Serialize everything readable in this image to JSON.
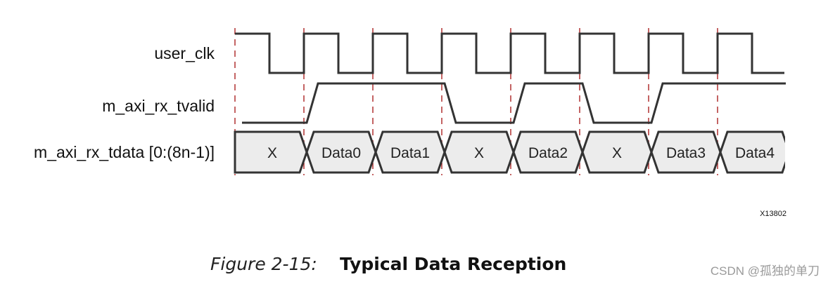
{
  "signals": [
    {
      "id": "clk",
      "label": "user_clk"
    },
    {
      "id": "valid",
      "label": "m_axi_rx_tvalid"
    },
    {
      "id": "data",
      "label": "m_axi_rx_tdata [0:(8n-1)]"
    }
  ],
  "clock": {
    "cycles": 8
  },
  "valid": {
    "per_cycle": [
      0,
      1,
      1,
      0,
      1,
      0,
      1,
      1
    ]
  },
  "bus": {
    "segments": [
      "X",
      "Data0",
      "Data1",
      "X",
      "Data2",
      "X",
      "Data3",
      "Data4"
    ]
  },
  "figure_id": "X13802",
  "caption": {
    "number": "Figure 2-15:",
    "title": "Typical Data Reception"
  },
  "watermark": "CSDN @孤独的单刀",
  "colors": {
    "line": "#333333",
    "edge_marker": "#b03030",
    "bus_fill": "#ececec"
  }
}
